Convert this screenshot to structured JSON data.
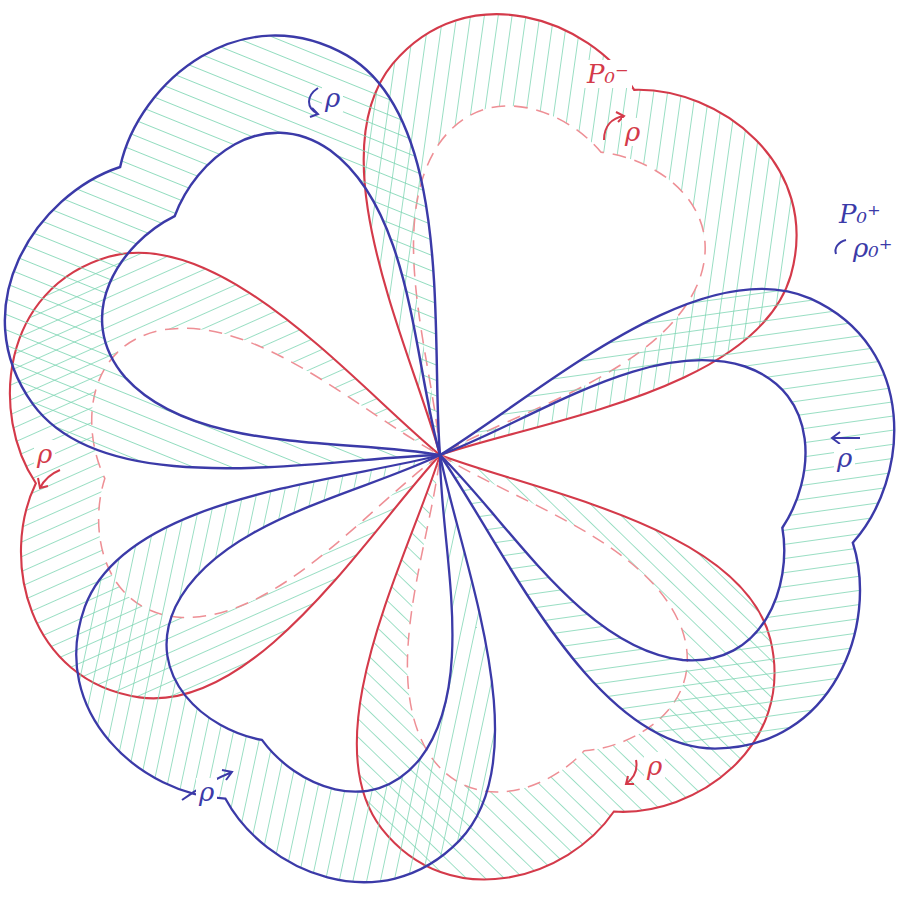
{
  "diagram": {
    "labels": [
      "P₀⁻",
      "P₀⁺",
      "ρ₀⁺",
      "ρ",
      "ρ",
      "ρ",
      "ρ",
      "ρ",
      "ρ"
    ]
  }
}
